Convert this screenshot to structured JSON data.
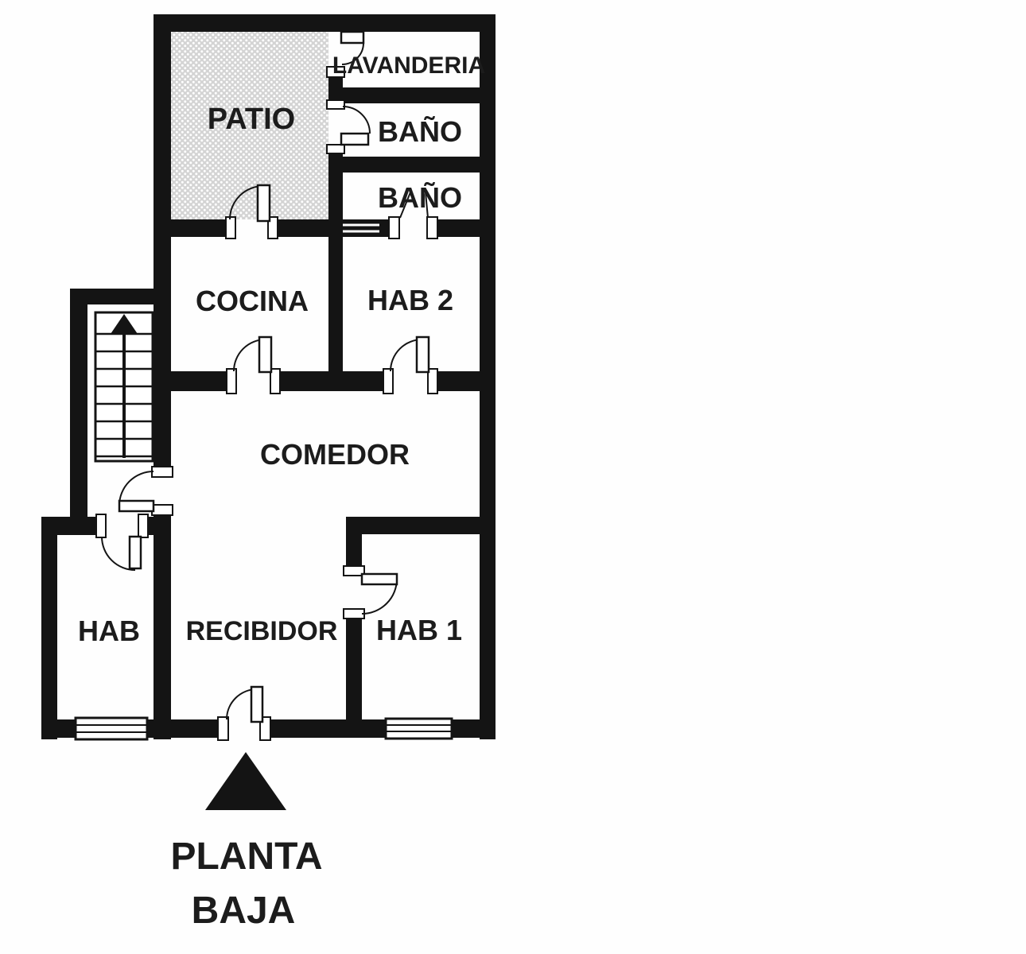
{
  "plan": {
    "title_lines": [
      "PLANTA",
      "BAJA"
    ],
    "rooms": {
      "patio": "PATIO",
      "lavanderia": "LAVANDERIA",
      "bano1": "BAÑO",
      "bano2": "BAÑO",
      "cocina": "COCINA",
      "hab2": "HAB 2",
      "comedor": "COMEDOR",
      "hab": "HAB",
      "recibidor": "RECIBIDOR",
      "hab1": "HAB 1"
    },
    "features": {
      "staircase": "stairs with up direction arrow",
      "entrance_marker": "solid black triangle pointing to main entrance door",
      "patio_texture": "dotted hatch fill"
    },
    "colors": {
      "wall": "#141414",
      "background": "#fefefe",
      "patio_fill": "#d4d4d4",
      "text": "#1c1c1c"
    }
  }
}
